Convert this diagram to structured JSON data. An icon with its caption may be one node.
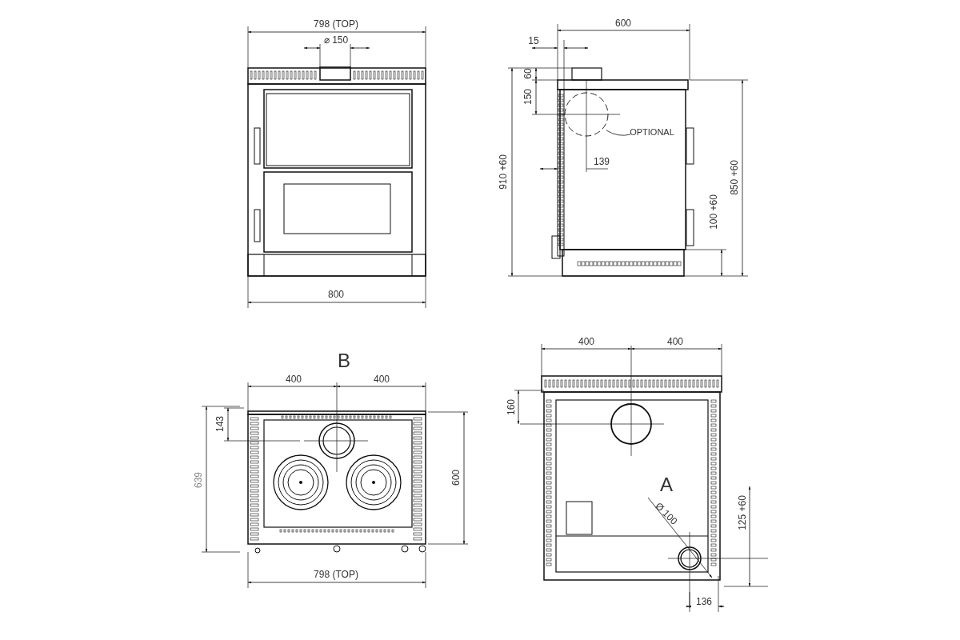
{
  "diagram": {
    "nodes": [
      {
        "text": [
          "OPTIONAL"
        ]
      },
      {
        "text": [],
        "shape": "circle"
      }
    ],
    "edges": [
      {
        "from": 0,
        "to": 1,
        "arrow": "none"
      }
    ],
    "labels": [
      "798 (TOP)",
      "⌀ 150",
      "800",
      "600",
      "15",
      "60",
      "150",
      "139",
      "910 +60",
      "850 +60",
      "100 +60",
      "B",
      "400",
      "400",
      "143",
      "639",
      "600",
      "798 (TOP)",
      "400",
      "400",
      "160",
      "A",
      "Ø 100",
      "125 +60",
      "136"
    ]
  }
}
